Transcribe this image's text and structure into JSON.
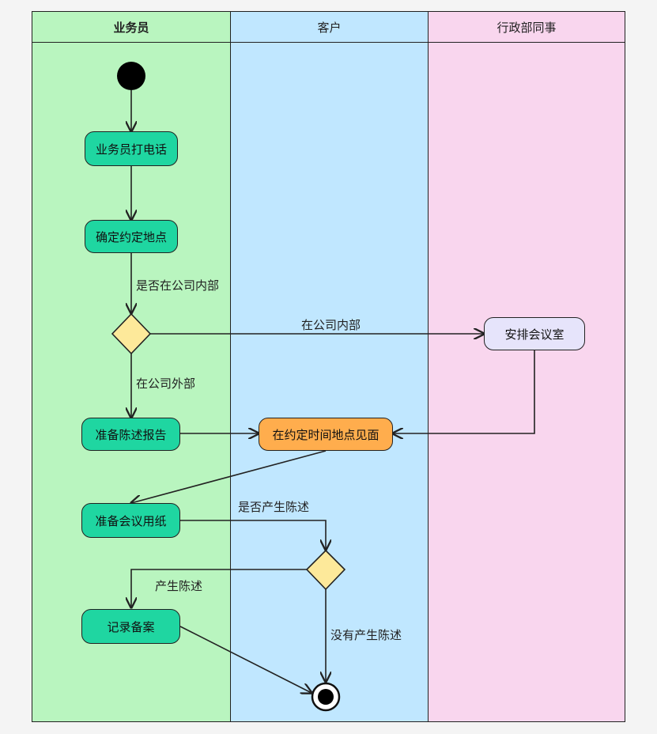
{
  "lanes": [
    "业务员",
    "客户",
    "行政部同事"
  ],
  "nodes": {
    "call": "业务员打电话",
    "decide_place": "确定约定地点",
    "arrange_room": "安排会议室",
    "prepare_report": "准备陈述报告",
    "meet": "在约定时间地点见面",
    "prepare_paper": "准备会议用纸",
    "record": "记录备案"
  },
  "edge_labels": {
    "is_internal": "是否在公司内部",
    "internal": "在公司内部",
    "external": "在公司外部",
    "statement_q": "是否产生陈述",
    "statement_yes": "产生陈述",
    "statement_no": "没有产生陈述"
  },
  "colors": {
    "lane_sales": "#b9f5bf",
    "lane_customer": "#c0e7ff",
    "lane_admin": "#f9d6ee",
    "activity": "#1fd6a1",
    "meet": "#ffad4d",
    "room": "#e6e4fb",
    "decision": "#fde99a"
  }
}
